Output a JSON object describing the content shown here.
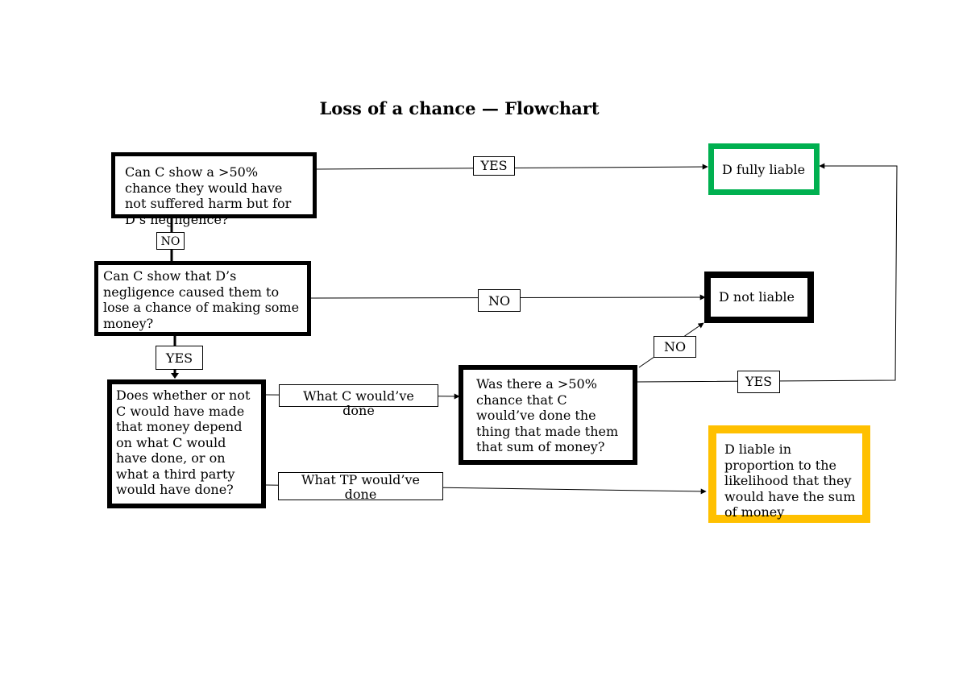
{
  "title": "Loss of a chance — Flowchart",
  "colors": {
    "line": "#000000",
    "fully_liable_border": "#00b050",
    "proportional_border": "#ffc000",
    "default_border": "#000000"
  },
  "nodes": {
    "q1": "Can C show a >50% chance they would have not suffered harm but for D’s negligence?",
    "q2": "Can C show that D’s negligence caused them to lose a chance of making some money?",
    "q3": "Does whether or not C would have made that money depend on what C would have done, or on what a third party would have done?",
    "q4": "Was there a >50% chance that C would’ve done the thing that made them that sum of money?",
    "d_fully_liable": "D fully liable",
    "d_not_liable": "D not liable",
    "d_proportional": "D liable in proportion to the likelihood that they would have the sum of money"
  },
  "labels": {
    "q1_yes": "YES",
    "q1_no": "NO",
    "q2_no": "NO",
    "q2_yes": "YES",
    "what_c_done": "What C would’ve done",
    "what_tp_done": "What TP would’ve done",
    "q4_no": "NO",
    "q4_yes": "YES"
  }
}
